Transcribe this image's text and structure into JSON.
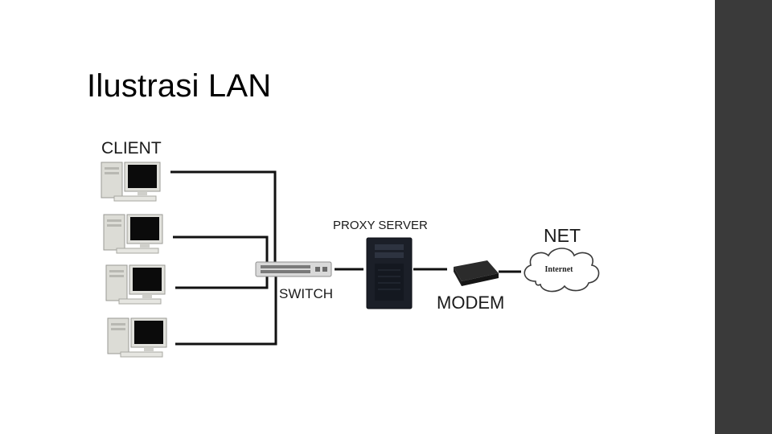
{
  "slide": {
    "title": "Ilustrasi LAN",
    "accent_bar_color": "#3a3a3a"
  },
  "diagram": {
    "labels": {
      "client": "CLIENT",
      "switch": "SWITCH",
      "proxy_server": "PROXY SERVER",
      "modem": "MODEM",
      "net": "NET",
      "cloud_text": "Internet"
    },
    "client_count": 4,
    "icons": [
      "desktop-computer-icon",
      "network-switch-icon",
      "tower-server-icon",
      "modem-icon",
      "internet-cloud-icon"
    ],
    "line_color": "#111111"
  }
}
